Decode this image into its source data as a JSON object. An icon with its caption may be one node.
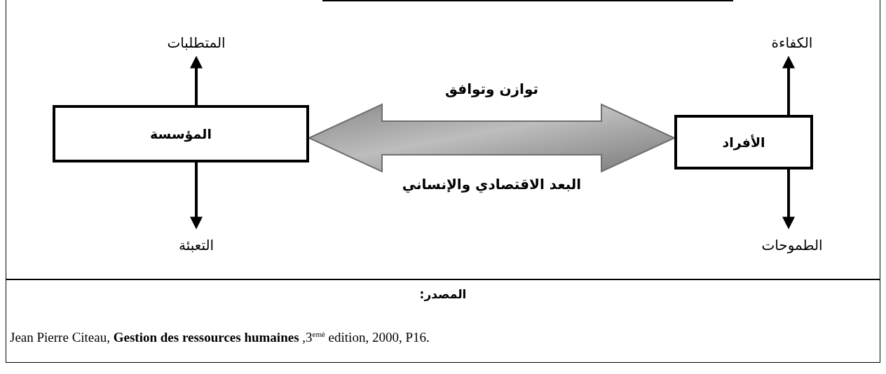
{
  "diagram": {
    "nodes": [
      {
        "text": [
          "المؤسسة"
        ]
      },
      {
        "text": [
          "الأفراد"
        ]
      },
      {
        "text": [
          "المتطلبات"
        ]
      },
      {
        "text": [
          "التعبئة"
        ]
      },
      {
        "text": [
          "الكفاءة"
        ]
      },
      {
        "text": [
          "الطموحات"
        ]
      }
    ],
    "edges": [
      {
        "from": 0,
        "to": 1,
        "arrow": "both",
        "label": "توازن وتوافق",
        "style": "thick",
        "color": "#bdbdbd"
      },
      {
        "from": 0,
        "to": 2,
        "arrow": "to"
      },
      {
        "from": 0,
        "to": 3,
        "arrow": "to"
      },
      {
        "from": 1,
        "to": 4,
        "arrow": "to"
      },
      {
        "from": 1,
        "to": 5,
        "arrow": "to"
      }
    ],
    "labels": [
      "البعد الاقتصادي والإنساني",
      "المصدر:",
      "Jean Pierre Citeau, **Gestion des ressources humaines** ,3$^{emè}$ edition, 2000, P16."
    ]
  }
}
